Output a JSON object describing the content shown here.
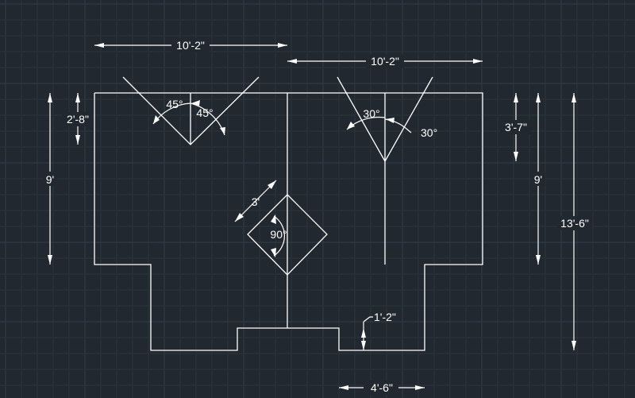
{
  "dimensions": {
    "top_left_width": "10'-2\"",
    "top_right_width": "10'-2\"",
    "left_notch_depth": "2'-8\"",
    "left_height": "9'",
    "right_notch_depth": "3'-7\"",
    "right_height": "9'",
    "overall_height": "13'-6\"",
    "diamond_side": "3'",
    "bottom_step": "1'-2\"",
    "bottom_width": "4'-6\""
  },
  "angles": {
    "left_notch_a": "45°",
    "left_notch_b": "45°",
    "right_notch_a": "30°",
    "right_notch_b": "30°",
    "diamond": "90°"
  },
  "colors": {
    "background": "#212830",
    "linework": "#ffffff",
    "grid_minor": "#2b333d",
    "grid_major": "#343d48"
  }
}
